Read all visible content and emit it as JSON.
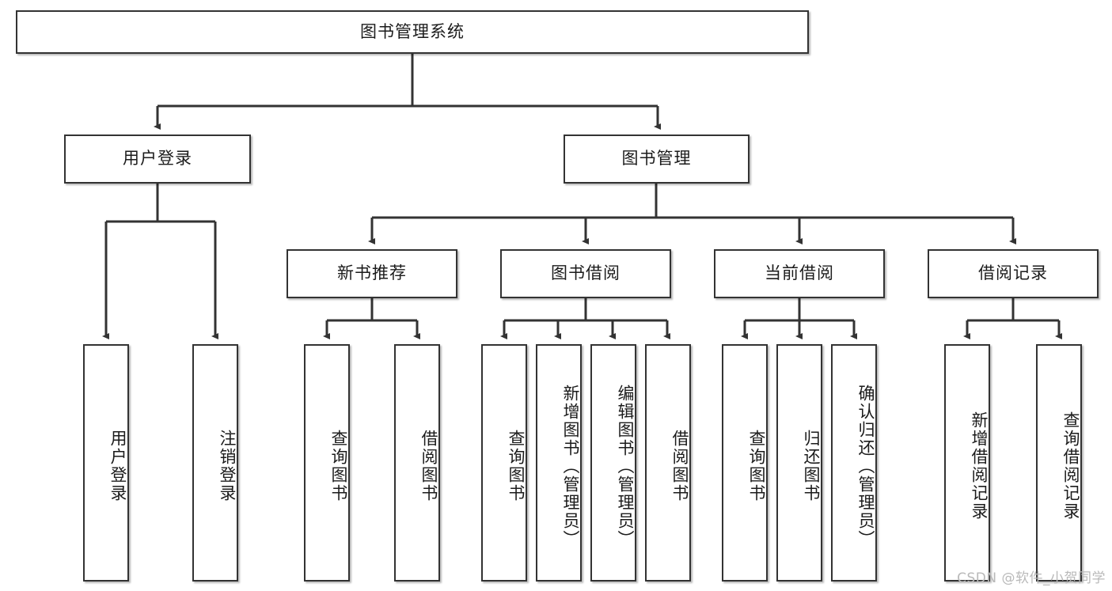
{
  "diagram": {
    "title": "图书管理系统",
    "root": {
      "id": "root",
      "label": "图书管理系统"
    },
    "level2": [
      {
        "id": "user-login",
        "label": "用户登录"
      },
      {
        "id": "book-manage",
        "label": "图书管理"
      }
    ],
    "level3": [
      {
        "id": "new-book-rec",
        "label": "新书推荐"
      },
      {
        "id": "book-borrow",
        "label": "图书借阅"
      },
      {
        "id": "current-borrow",
        "label": "当前借阅"
      },
      {
        "id": "borrow-record",
        "label": "借阅记录"
      }
    ],
    "leaves": {
      "user_login": [
        {
          "id": "leaf-user-login",
          "label": "用户登录"
        },
        {
          "id": "leaf-logout-login",
          "label": "注销登录"
        }
      ],
      "new_book_rec": [
        {
          "id": "leaf-query-book-1",
          "label": "查询图书"
        },
        {
          "id": "leaf-borrow-book-1",
          "label": "借阅图书"
        }
      ],
      "book_borrow": [
        {
          "id": "leaf-query-book-2",
          "label": "查询图书"
        },
        {
          "id": "leaf-add-book",
          "label": "新增图书（管理员）"
        },
        {
          "id": "leaf-edit-book",
          "label": "编辑图书（管理员）"
        },
        {
          "id": "leaf-borrow-book-2",
          "label": "借阅图书"
        }
      ],
      "current_borrow": [
        {
          "id": "leaf-query-book-3",
          "label": "查询图书"
        },
        {
          "id": "leaf-return-book",
          "label": "归还图书"
        },
        {
          "id": "leaf-confirm-return",
          "label": "确认归还（管理员）"
        }
      ],
      "borrow_record": [
        {
          "id": "leaf-add-record",
          "label": "新增借阅记录"
        },
        {
          "id": "leaf-query-record",
          "label": "查询借阅记录"
        }
      ]
    }
  },
  "watermark": {
    "text": "CSDN @软件_小贺同学"
  },
  "colors": {
    "border": "#333333",
    "text": "#1b1b1b",
    "background": "#ffffff",
    "watermark": "#b9b9b9"
  }
}
